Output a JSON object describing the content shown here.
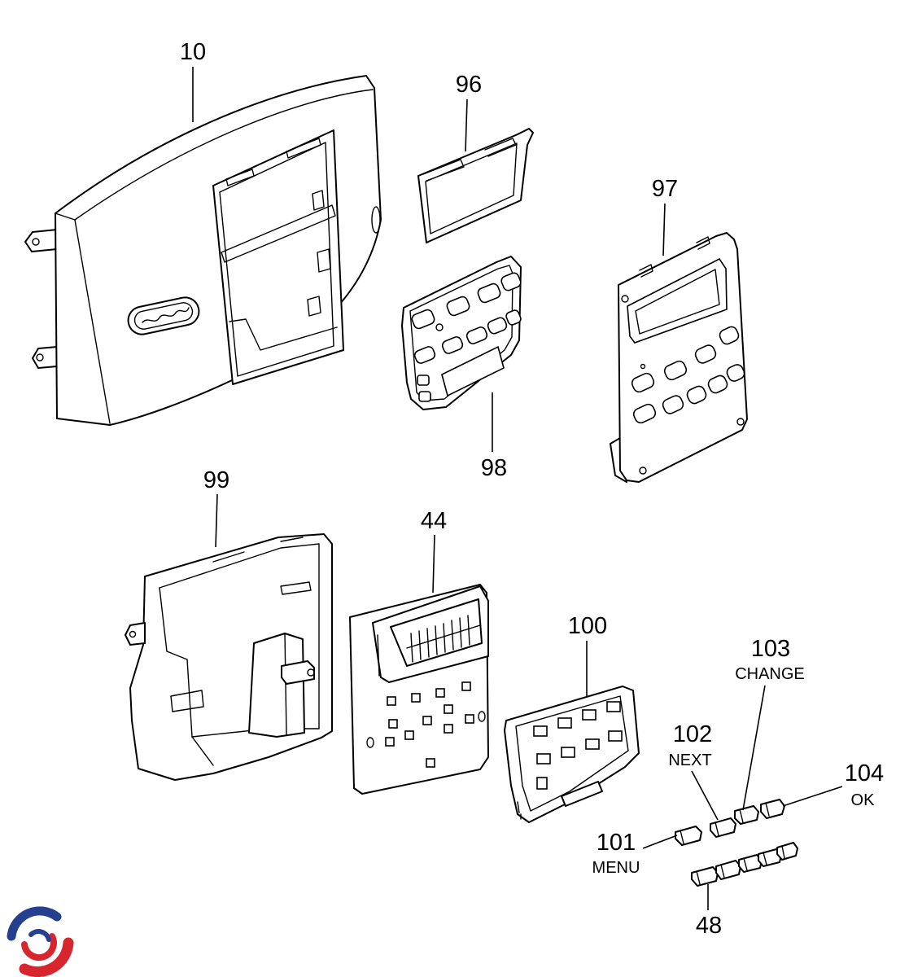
{
  "callouts": [
    {
      "number": "10"
    },
    {
      "number": "96"
    },
    {
      "number": "97"
    },
    {
      "number": "98"
    },
    {
      "number": "99"
    },
    {
      "number": "44"
    },
    {
      "number": "100"
    },
    {
      "number": "103",
      "caption": "CHANGE"
    },
    {
      "number": "102",
      "caption": "NEXT"
    },
    {
      "number": "104",
      "caption": "OK"
    },
    {
      "number": "101",
      "caption": "MENU"
    },
    {
      "number": "48"
    }
  ],
  "colors": {
    "line": "#000000",
    "background": "#ffffff",
    "logo_red": "#d7262e",
    "logo_blue": "#25408f"
  }
}
